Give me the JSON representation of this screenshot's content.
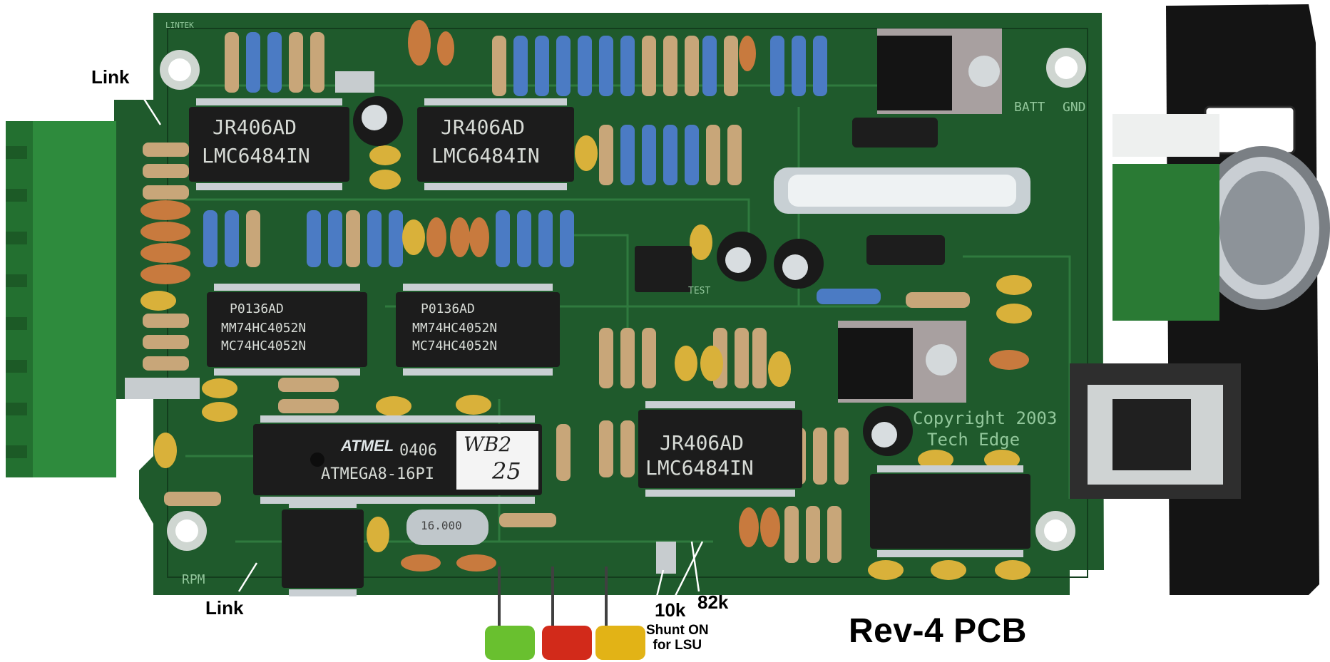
{
  "image": {
    "subject": "Rev-4 PCB",
    "callouts": {
      "link_top": "Link",
      "link_bottom": "Link",
      "r_10k": "10k",
      "r_82k": "82k",
      "shunt_line1": "Shunt ON",
      "shunt_line2": "for LSU",
      "caption": "Rev-4 PCB"
    },
    "board_text": {
      "chip1_l1": "JR406AD",
      "chip1_l2": "LMC6484IN",
      "chip2_l1": "JR406AD",
      "chip2_l2": "LMC6484IN",
      "chip3_l1": "P0136AD",
      "chip3_l2": "MM74HC4052N",
      "chip3_l3": "MC74HC4052N",
      "chip4_l1": "P0136AD",
      "chip4_l2": "MM74HC4052N",
      "chip4_l3": "MC74HC4052N",
      "mcu_l1": "0406",
      "mcu_l2": "ATMEGA8-16PI",
      "mcu_logo": "ATMEL",
      "chip5_l1": "JR406AD",
      "chip5_l2": "LMC6484IN",
      "sticker_l1": "WB2",
      "sticker_l2": "25",
      "copyright_l1": "Copyright 2003",
      "copyright_l2": "Tech Edge",
      "batt": "BATT",
      "gnd": "GND",
      "lintek": "LINTEK",
      "rpm": "RPM",
      "crystal": "16.000",
      "test": "TEST"
    },
    "colors": {
      "pcb": "#1f5a2c",
      "pcb_dark": "#133d1d",
      "terminal_block": "#2e8b3d",
      "chip": "#1c1c1c",
      "led_green": "#69c02f",
      "led_red": "#d22a1a",
      "led_yellow": "#e2b316",
      "bracket": "#141414"
    }
  }
}
